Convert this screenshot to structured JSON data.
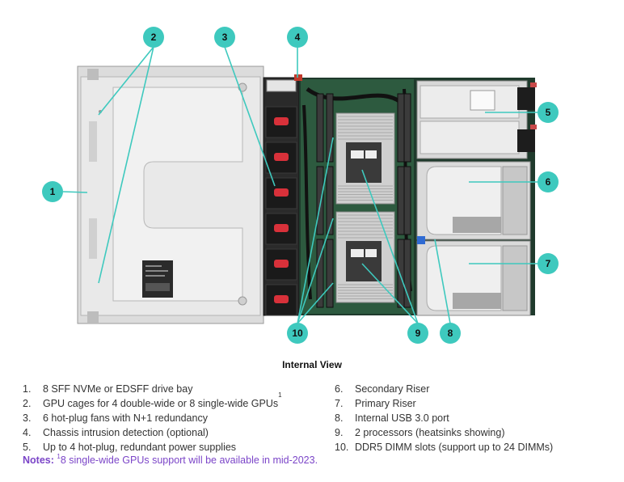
{
  "caption": "Internal View",
  "callouts": [
    "1",
    "2",
    "3",
    "4",
    "5",
    "6",
    "7",
    "8",
    "9",
    "10"
  ],
  "colors": {
    "callout_fill": "#3ec9be",
    "notes_text": "#7b45c8",
    "fan_red": "#d8313a"
  },
  "legend_left": [
    {
      "num": "1.",
      "text": "8 SFF NVMe or EDSFF drive bay",
      "sup": ""
    },
    {
      "num": "2.",
      "text": "GPU cages for 4 double-wide or 8 single-wide GPUs",
      "sup": "1"
    },
    {
      "num": "3.",
      "text": "6 hot-plug fans with N+1 redundancy",
      "sup": ""
    },
    {
      "num": "4.",
      "text": "Chassis intrusion detection (optional)",
      "sup": ""
    },
    {
      "num": "5.",
      "text": "Up to 4 hot-plug, redundant power supplies",
      "sup": ""
    }
  ],
  "legend_right": [
    {
      "num": "6.",
      "text": "Secondary Riser"
    },
    {
      "num": "7.",
      "text": "Primary Riser"
    },
    {
      "num": "8.",
      "text": "Internal USB 3.0 port"
    },
    {
      "num": "9.",
      "text": "2 processors (heatsinks showing)"
    },
    {
      "num": "10.",
      "text": "DDR5 DIMM slots (support up to 24 DIMMs)"
    }
  ],
  "notes": {
    "label": "Notes:",
    "sup": "1",
    "text": "8 single-wide GPUs support will be available in mid-2023."
  }
}
